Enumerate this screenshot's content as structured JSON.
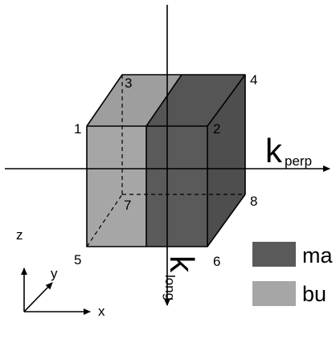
{
  "colors": {
    "background": "#ffffff",
    "stroke": "#000000",
    "dark_region": "#5a5a5a",
    "light_region": "#a6a6a6",
    "dark_face_top": "#555555",
    "light_face_top": "#9e9e9e",
    "dark_face_side": "#4e4e4e"
  },
  "vertex_labels": [
    "1",
    "2",
    "3",
    "4",
    "5",
    "6",
    "7",
    "8"
  ],
  "axes": {
    "k_perp": {
      "letter": "k",
      "subscript": "perp"
    },
    "k_long": {
      "letter": "k",
      "subscript": "long"
    }
  },
  "coordinate_frame": {
    "x": "x",
    "y": "y",
    "z": "z"
  },
  "legend": [
    {
      "label": "ma",
      "color": "#5a5a5a"
    },
    {
      "label": "bu",
      "color": "#a6a6a6"
    }
  ],
  "icons": {
    "coordinate_frame": "xyz-axes-icon",
    "arrowheads": "arrow-head-icon"
  }
}
